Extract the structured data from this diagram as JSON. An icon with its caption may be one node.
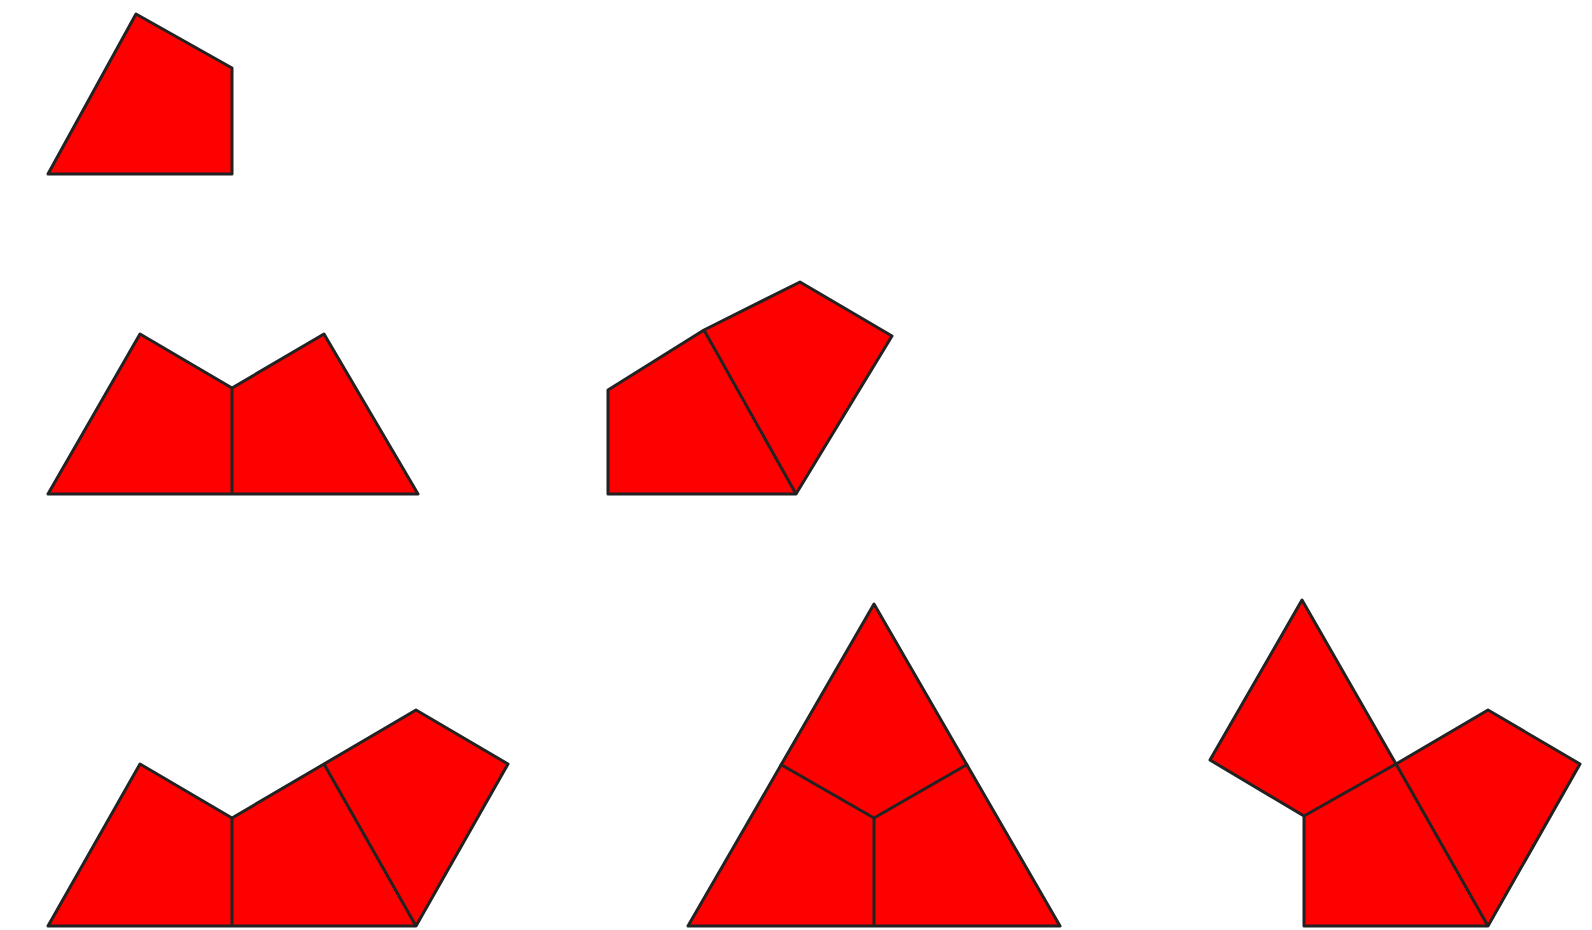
{
  "diagram": {
    "nodes": [
      {
        "text": [],
        "shape": "polygon"
      },
      {
        "text": [],
        "shape": "polygon"
      },
      {
        "text": [],
        "shape": "polygon"
      },
      {
        "text": [],
        "shape": "polygon"
      },
      {
        "text": [],
        "shape": "polygon"
      },
      {
        "text": [],
        "shape": "polygon"
      }
    ]
  }
}
